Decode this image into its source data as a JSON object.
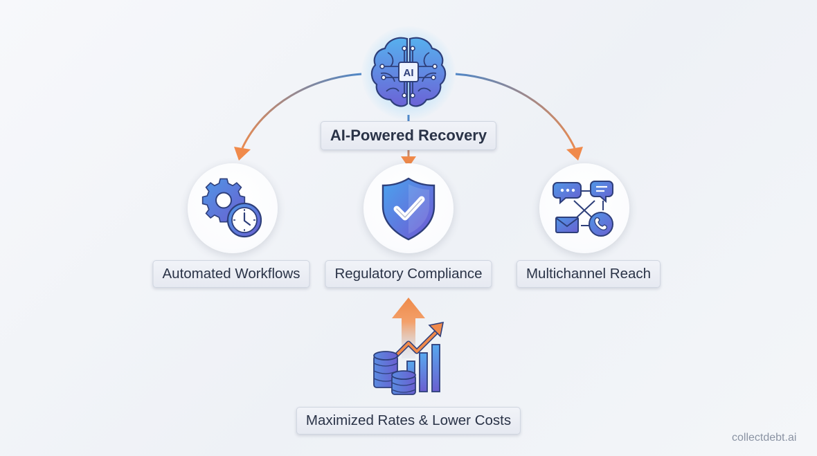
{
  "diagram": {
    "hub": {
      "label": "AI-Powered Recovery",
      "chip_text": "AI",
      "icon": "brain-icon"
    },
    "pillars": [
      {
        "label": "Automated Workflows",
        "icon": "gear-clock-icon"
      },
      {
        "label": "Regulatory Compliance",
        "icon": "shield-check-icon"
      },
      {
        "label": "Multichannel Reach",
        "icon": "multichannel-icon"
      }
    ],
    "outcome": {
      "label": "Maximized Rates & Lower Costs",
      "icon": "growth-chart-icon"
    }
  },
  "brand": {
    "watermark": "collectdebt.ai"
  },
  "colors": {
    "arrow_start": "#4f86c6",
    "arrow_end": "#f08a4b",
    "icon_blue": "#3f7fd6",
    "icon_violet": "#6a5fd0",
    "icon_stroke": "#2e3f7a",
    "label_text": "#2a3347"
  }
}
